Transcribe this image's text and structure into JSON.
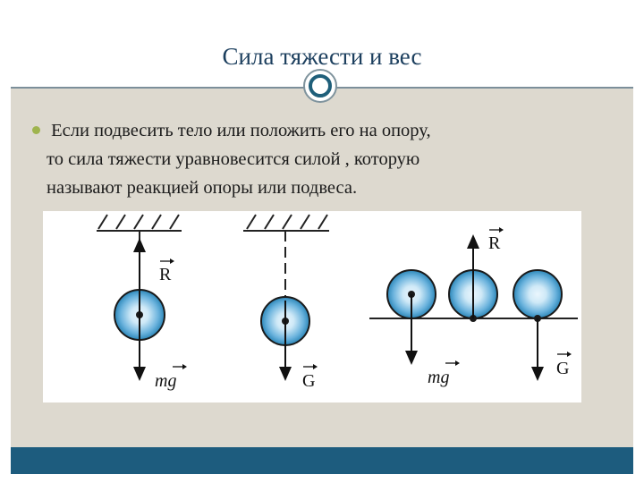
{
  "slide": {
    "title": "Сила тяжести и вес",
    "bullet_lines": [
      " Если подвесить тело или положить его на опору,",
      "то сила тяжести уравновесится силой , которую",
      "называют реакцией опоры или подвеса."
    ]
  },
  "figure": {
    "labels": {
      "R1": "R",
      "mg1": "mg",
      "G2": "G",
      "R3": "R",
      "mg3": "mg",
      "G4": "G"
    }
  },
  "colors": {
    "title": "#1c3f5e",
    "content_bg": "#ddd9cf",
    "footer": "#1d5c7e",
    "bullet": "#9fb44e",
    "ball_outer": "#2b86b8",
    "ball_inner": "#cfe9f7"
  }
}
